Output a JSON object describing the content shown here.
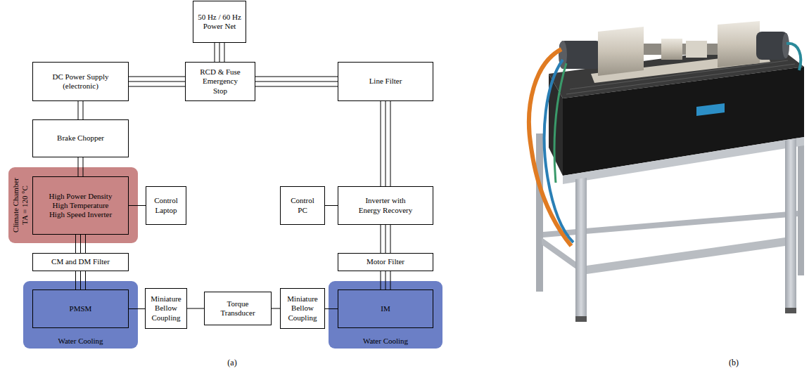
{
  "diagram": {
    "nodes": [
      {
        "text": [
          "50 Hz / 60 Hz Power Net"
        ]
      },
      {
        "text": [
          "DC Power Supply (electronic)"
        ]
      },
      {
        "text": [
          "RCD & Fuse Emergency Stop"
        ]
      },
      {
        "text": [
          "Line Filter"
        ]
      },
      {
        "text": [
          "Brake Chopper"
        ]
      },
      {
        "text": [
          "Climate Chamber",
          "TA = 120 °C"
        ]
      },
      {
        "text": [
          "High Power Density High Temperature High Speed Inverter"
        ],
        "in": 5
      },
      {
        "text": [
          "Control Laptop"
        ]
      },
      {
        "text": [
          "Control PC"
        ]
      },
      {
        "text": [
          "Inverter with Energy Recovery"
        ]
      },
      {
        "text": [
          "CM and DM Filter"
        ]
      },
      {
        "text": [
          "Motor Filter"
        ]
      },
      {
        "text": [
          "Water Cooling"
        ]
      },
      {
        "text": [
          "PMSM"
        ],
        "in": 12
      },
      {
        "text": [
          "Miniature Bellow Coupling"
        ]
      },
      {
        "text": [
          "Torque Transducer"
        ]
      },
      {
        "text": [
          "Miniature Bellow Coupling"
        ]
      },
      {
        "text": [
          "Water Cooling"
        ]
      },
      {
        "text": [
          "IM"
        ],
        "in": 17
      }
    ],
    "edges": [
      {
        "from": 0,
        "to": 2,
        "arrow": "none"
      },
      {
        "from": 2,
        "to": 1,
        "arrow": "none"
      },
      {
        "from": 2,
        "to": 3,
        "arrow": "none"
      },
      {
        "from": 1,
        "to": 4,
        "arrow": "none"
      },
      {
        "from": 4,
        "to": 6,
        "arrow": "none"
      },
      {
        "from": 6,
        "to": 7,
        "arrow": "none"
      },
      {
        "from": 6,
        "to": 10,
        "arrow": "none"
      },
      {
        "from": 10,
        "to": 13,
        "arrow": "none"
      },
      {
        "from": 13,
        "to": 14,
        "arrow": "none"
      },
      {
        "from": 14,
        "to": 15,
        "arrow": "none"
      },
      {
        "from": 15,
        "to": 16,
        "arrow": "none"
      },
      {
        "from": 16,
        "to": 18,
        "arrow": "none"
      },
      {
        "from": 3,
        "to": 9,
        "arrow": "none"
      },
      {
        "from": 8,
        "to": 9,
        "arrow": "none"
      },
      {
        "from": 9,
        "to": 11,
        "arrow": "none"
      },
      {
        "from": 11,
        "to": 18,
        "arrow": "none"
      }
    ],
    "labels": [
      "(a)",
      "(b)"
    ]
  }
}
